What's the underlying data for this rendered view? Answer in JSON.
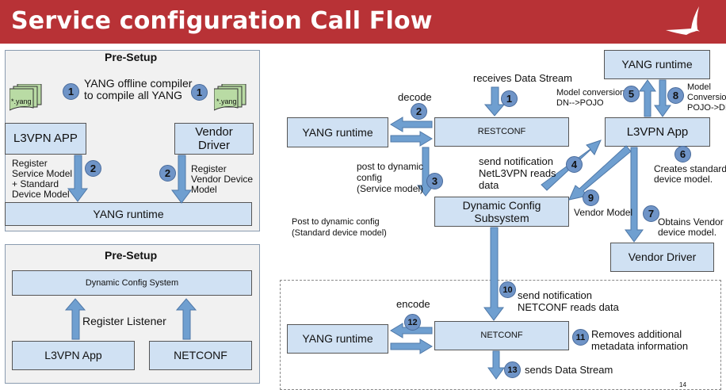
{
  "title": "Service configuration Call Flow",
  "page_number": "14",
  "colors": {
    "banner": "#b83236",
    "box": "#d0e1f3",
    "arrow": "#6f9fd0",
    "step_circle": "#6f94c7",
    "file": "#b9dba4"
  },
  "presetup1": {
    "heading": "Pre-Setup",
    "file_label": "*.yang",
    "compiler_text": [
      "YANG offline compiler",
      "to compile all YANG"
    ],
    "l3vpn": "L3VPN APP",
    "vendor": [
      "Vendor",
      "Driver"
    ],
    "reg_left": [
      "Register",
      "Service Model",
      "+ Standard",
      "Device Model"
    ],
    "reg_right": [
      "Register",
      "Vendor Device",
      "Model"
    ],
    "runtime": "YANG runtime",
    "step1": "1",
    "step2": "2"
  },
  "presetup2": {
    "heading": "Pre-Setup",
    "dcs": "Dynamic Config System",
    "listener": "Register Listener",
    "l3vpn": "L3VPN App",
    "netconf": "NETCONF"
  },
  "flow": {
    "yang_runtime": "YANG runtime",
    "restconf": "RESTCONF",
    "yang_runtime_top": "YANG runtime",
    "l3vpn": "L3VPN App",
    "dcs": [
      "Dynamic Config",
      "Subsystem"
    ],
    "vendor_driver": "Vendor Driver",
    "netconf": "NETCONF",
    "yang_runtime_bottom": "YANG runtime",
    "steps": {
      "s1": "1",
      "s2": "2",
      "s3": "3",
      "s4": "4",
      "s5": "5",
      "s6": "6",
      "s7": "7",
      "s8": "8",
      "s9": "9",
      "s10": "10",
      "s11": "11",
      "s12": "12",
      "s13": "13"
    },
    "receives": "receives Data Stream",
    "decode": "decode",
    "post_service": [
      "post to dynamic",
      "config",
      "(Service model)"
    ],
    "notify_l3vpn": [
      "send notification",
      "NetL3VPN reads",
      "data"
    ],
    "conv5": [
      "Model conversion",
      "DN-->POJO"
    ],
    "conv8": [
      "Model",
      "Conversion",
      "POJO->DN"
    ],
    "creates": [
      "Creates standard",
      "device model."
    ],
    "obtains": [
      "Obtains Vendor",
      "device model."
    ],
    "vendor_model": "Vendor Model",
    "post_standard": [
      "Post to dynamic config",
      "(Standard device model)"
    ],
    "notify_netconf": [
      "send notification",
      "NETCONF reads data"
    ],
    "encode": "encode",
    "removes": [
      "Removes additional",
      "metadata information"
    ],
    "sends": "sends Data Stream"
  }
}
